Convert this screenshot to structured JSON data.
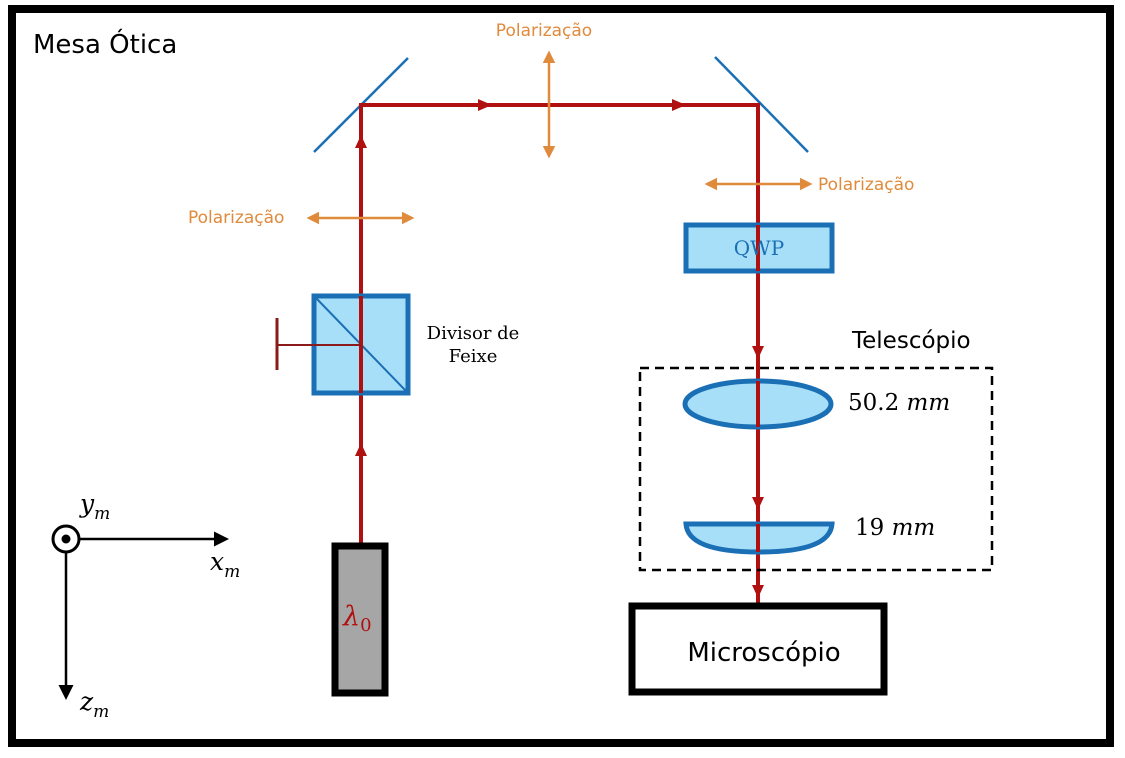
{
  "table_title": "Mesa Ótica",
  "polarization_label": "Polarização",
  "beam_splitter": {
    "line1": "Divisor de",
    "line2": "Feixe"
  },
  "waveplate": {
    "label": "QWP"
  },
  "telescope": {
    "title": "Telescópio",
    "lens1": {
      "value": "50.2",
      "unit": "mm"
    },
    "lens2": {
      "value": "19",
      "unit": "mm"
    }
  },
  "microscope": {
    "label": "Microscópio"
  },
  "source": {
    "symbol": "λ",
    "subscript": "0"
  },
  "axes": {
    "y": {
      "symbol": "y",
      "subscript": "m"
    },
    "x": {
      "symbol": "x",
      "subscript": "m"
    },
    "z": {
      "symbol": "z",
      "subscript": "m"
    }
  },
  "colors": {
    "beam": "#b01010",
    "optic_stroke": "#1a6fb5",
    "optic_fill": "#a8dff8",
    "polarization": "#e08a3c",
    "frame": "#000000",
    "source_fill": "#a6a6a6"
  }
}
